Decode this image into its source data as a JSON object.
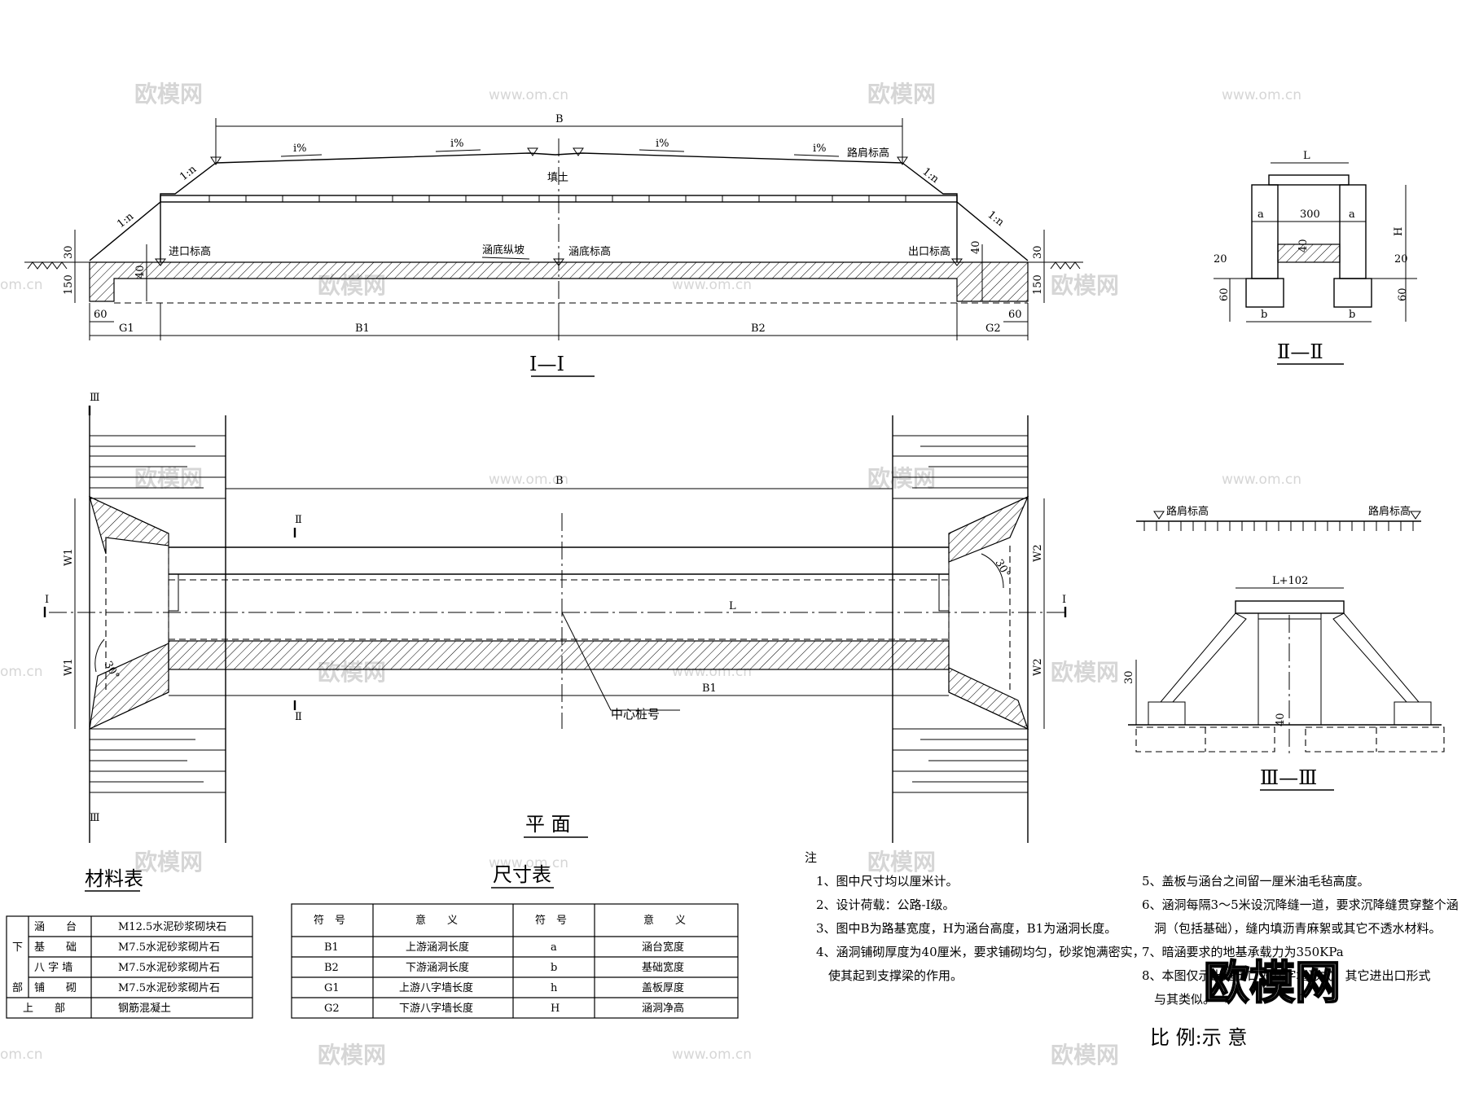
{
  "section_1": {
    "title": "Ⅰ—Ⅰ",
    "dim_total": "B",
    "slope_labels": [
      "i%",
      "i%",
      "i%",
      "i%"
    ],
    "fill_label": "填土",
    "road_shoulder_label": "路肩标高",
    "side_slope_left_1": "1:n",
    "side_slope_left_2": "1:n",
    "side_slope_right_1": "1:n",
    "side_slope_right_2": "1:n",
    "inlet_label": "进口标高",
    "bottom_slope_label": "涵底纵坡",
    "bottom_elev_label": "涵底标高",
    "outlet_label": "出口标高",
    "dim_30_left": "30",
    "dim_150_left": "150",
    "dim_40_left": "40",
    "dim_60_left": "60",
    "dim_g1": "G1",
    "dim_b1": "B1",
    "dim_b2": "B2",
    "dim_g2": "G2",
    "dim_40_right": "40",
    "dim_30_right": "30",
    "dim_150_right": "150",
    "dim_60_right": "60"
  },
  "section_2": {
    "title": "Ⅱ—Ⅱ",
    "dim_l": "L",
    "dim_a_left": "a",
    "dim_300": "300",
    "dim_a_right": "a",
    "dim_h": "H",
    "dim_20_left": "20",
    "dim_40": "40",
    "dim_20_right": "20",
    "dim_60_left": "60",
    "dim_60_right": "60",
    "dim_b_left": "b",
    "dim_b_right": "b"
  },
  "plan": {
    "title": "平 面",
    "dim_b": "B",
    "mark_iii_top": "Ⅲ",
    "mark_iii_bottom": "Ⅲ",
    "mark_ii_top": "Ⅱ",
    "mark_ii_bottom": "Ⅱ",
    "mark_i_left": "I",
    "mark_i_right": "I",
    "center_l": "L",
    "dim_b1": "B1",
    "dim_w1_top": "W1",
    "dim_w1_bottom": "W1",
    "dim_w2_top": "W2",
    "dim_w2_bottom": "W2",
    "angle_left": "30°",
    "angle_right": "30°",
    "center_pile": "中心桩号"
  },
  "section_3": {
    "title": "Ⅲ—Ⅲ",
    "road_shoulder_left": "路肩标高",
    "road_shoulder_right": "路肩标高",
    "dim_l102": "L+102",
    "dim_30": "30",
    "dim_40": "40"
  },
  "materials_table": {
    "title": "材料表",
    "rows": [
      {
        "group": "下",
        "part": "涵　　台",
        "material": "M12.5水泥砂浆砌块石"
      },
      {
        "group": "",
        "part": "基　　础",
        "material": "M7.5水泥砂浆砌片石"
      },
      {
        "group": "部",
        "part": "八 字 墙",
        "material": "M7.5水泥砂浆砌片石"
      },
      {
        "group": "",
        "part": "铺　　砌",
        "material": "M7.5水泥砂浆砌片石"
      }
    ],
    "upper_part": "上　　部",
    "upper_material": "钢筋混凝土"
  },
  "dimension_table": {
    "title": "尺寸表",
    "headers": [
      "符　号",
      "意　　义",
      "符　号",
      "意　　义"
    ],
    "rows": [
      [
        "B1",
        "上游涵洞长度",
        "a",
        "涵台宽度"
      ],
      [
        "B2",
        "下游涵洞长度",
        "b",
        "基础宽度"
      ],
      [
        "G1",
        "上游八字墙长度",
        "h",
        "盖板厚度"
      ],
      [
        "G2",
        "下游八字墙长度",
        "H",
        "涵洞净高"
      ]
    ]
  },
  "notes": {
    "heading": "注",
    "left": [
      "1、图中尺寸均以厘米计。",
      "2、设计荷载：公路-I级。",
      "3、图中B为路基宽度，H为涵台高度，B1为涵洞长度。",
      "4、涵洞铺砌厚度为40厘米，要求铺砌均匀，砂浆饱满密实，",
      "　使其起到支撑梁的作用。"
    ],
    "right": [
      "5、盖板与涵台之间留一厘米油毛毡高度。",
      "6、涵洞每隔3～5米设沉降缝一道，要求沉降缝贯穿整个涵",
      "　洞（包括基础），缝内填沥青麻絮或其它不透水材料。",
      "7、暗涵要求的地基承载力为350KPa",
      "8、本图仅示出进出口为八字墙形式，其它进出口形式",
      "　与其类似。"
    ],
    "scale": "比 例:示 意"
  },
  "watermarks": {
    "brand": "欧模网",
    "url": "www.om.cn",
    "url_short": "om.cn"
  }
}
